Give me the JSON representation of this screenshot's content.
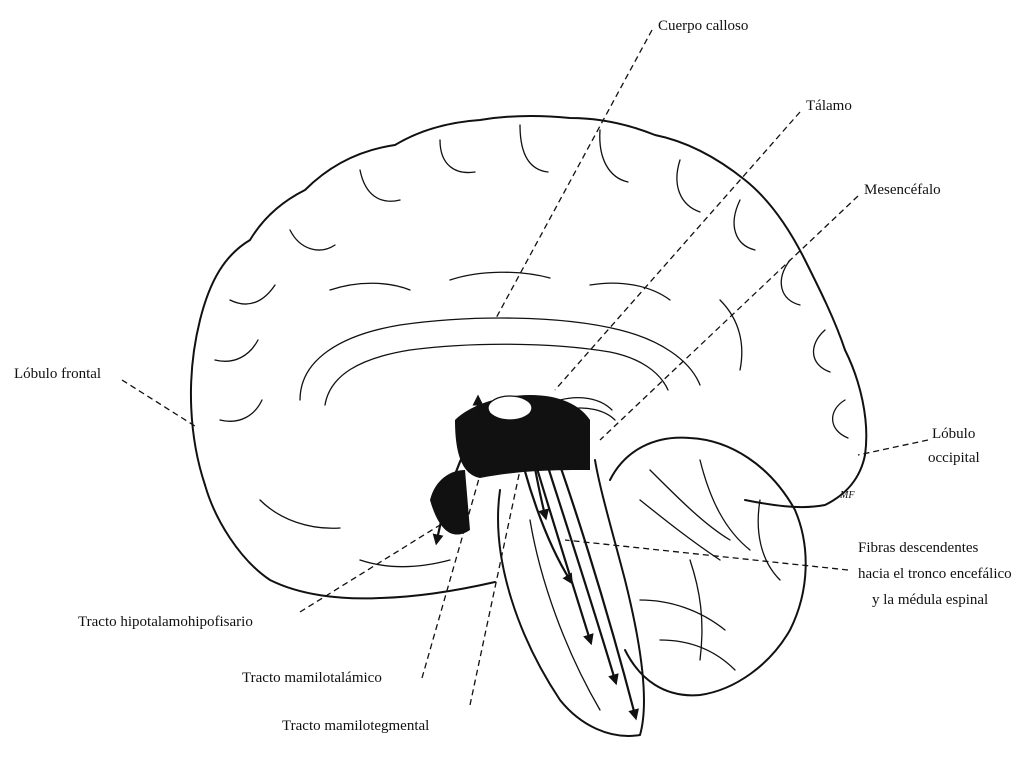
{
  "labels": {
    "corpus_callosum": "Cuerpo calloso",
    "thalamus": "Tálamo",
    "midbrain": "Mesencéfalo",
    "frontal_lobe": "Lóbulo frontal",
    "occipital_lobe_line1": "Lóbulo",
    "occipital_lobe_line2": "occipital",
    "descending_line1": "Fibras descendentes",
    "descending_line2": "hacia el tronco encefálico",
    "descending_line3": "y la médula espinal",
    "hypothalamohypophyseal": "Tracto hipotalamohipofisario",
    "mammillothalamic": "Tracto mamilotalámico",
    "mammillotegmental": "Tracto mamilotegmental",
    "signature": "MF"
  }
}
